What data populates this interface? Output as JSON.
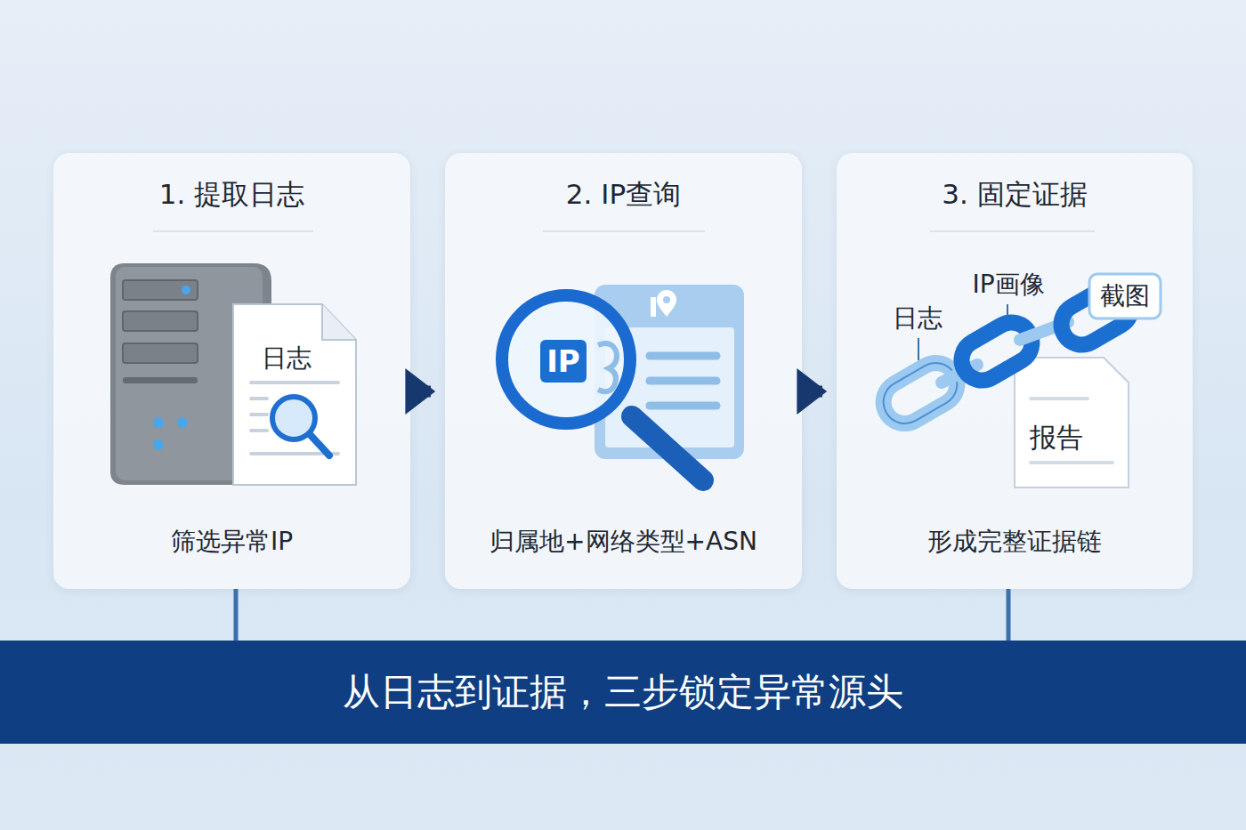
{
  "diagram": {
    "nodes": [
      {
        "text": [
          "1. 提取日志",
          "筛选异常IP"
        ]
      },
      {
        "text": [
          "2. IP查询",
          "归属地+网络类型+ASN"
        ]
      },
      {
        "text": [
          "3. 固定证据",
          "形成完整证据链"
        ]
      },
      {
        "text": [
          "从日志到证据，三步锁定异常源头"
        ]
      }
    ],
    "edges": [
      {
        "from": 0,
        "to": 1,
        "arrow": "to"
      },
      {
        "from": 1,
        "to": 2,
        "arrow": "to"
      },
      {
        "from": 0,
        "to": 3,
        "arrow": "none"
      },
      {
        "from": 2,
        "to": 3,
        "arrow": "none"
      }
    ],
    "labels": [
      "日志",
      "IP",
      "日志",
      "IP画像",
      "截图",
      "报告"
    ]
  }
}
